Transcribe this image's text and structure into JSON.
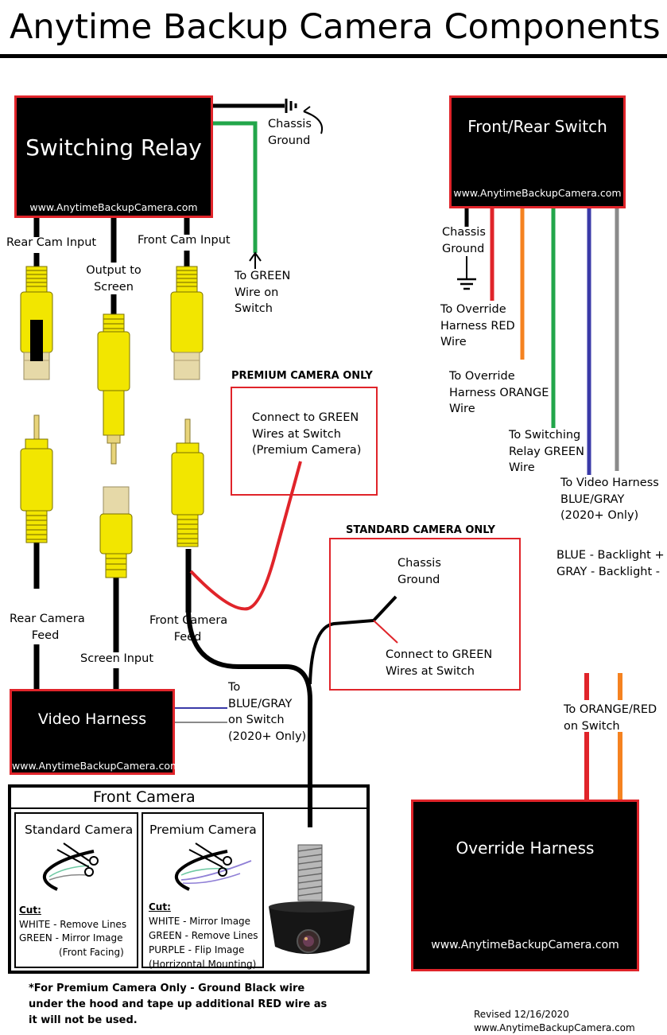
{
  "title": "Anytime Backup Camera Components",
  "website": "www.AnytimeBackupCamera.com",
  "relay": {
    "name": "Switching Relay",
    "chassis_ground": [
      "Chassis",
      "Ground"
    ],
    "to_green_wire": [
      "To GREEN",
      "Wire on",
      "Switch"
    ],
    "rear_cam_input": "Rear Cam Input",
    "front_cam_input": "Front Cam Input",
    "output_to_screen": [
      "Output to",
      "Screen"
    ],
    "rear_camera_feed": [
      "Rear Camera",
      "Feed"
    ],
    "front_camera_feed": [
      "Front Camera",
      "Feed"
    ],
    "screen_input": "Screen Input"
  },
  "switch": {
    "name": "Front/Rear Switch",
    "chassis_ground": [
      "Chassis",
      "Ground"
    ],
    "to_override_red": [
      "To Override",
      "Harness RED",
      "Wire"
    ],
    "to_override_orange": [
      "To Override",
      "Harness ORANGE",
      "Wire"
    ],
    "to_relay_green": [
      "To Switching",
      "Relay GREEN",
      "Wire"
    ],
    "to_video_harness": [
      "To Video Harness",
      "BLUE/GRAY",
      "(2020+ Only)"
    ],
    "backlight_legend": [
      "BLUE - Backlight +",
      "GRAY - Backlight -"
    ]
  },
  "premium_only": {
    "heading": "PREMIUM CAMERA ONLY",
    "text": [
      "Connect to GREEN",
      "Wires at Switch",
      "(Premium Camera)"
    ]
  },
  "standard_only": {
    "heading": "STANDARD CAMERA ONLY",
    "ground": [
      "Chassis",
      "Ground"
    ],
    "text": [
      "Connect to GREEN",
      "Wires at Switch"
    ]
  },
  "video_harness": {
    "name": "Video Harness",
    "to_switch": [
      "To",
      "BLUE/GRAY",
      "on Switch",
      "(2020+ Only)"
    ]
  },
  "front_camera": {
    "heading": "Front Camera",
    "standard": {
      "name": "Standard Camera",
      "cut_label": "Cut:",
      "lines": [
        "WHITE - Remove Lines",
        "GREEN - Mirror Image",
        "(Front Facing)"
      ]
    },
    "premium": {
      "name": "Premium Camera",
      "cut_label": "Cut:",
      "lines": [
        "WHITE - Mirror Image",
        "GREEN - Remove Lines",
        "PURPLE - Flip Image",
        "(Horrizontal Mounting)"
      ]
    }
  },
  "override": {
    "name": "Override Harness",
    "to_switch": [
      "To ORANGE/RED",
      "on Switch"
    ]
  },
  "note": [
    "*For Premium Camera Only - Ground Black wire",
    "under the hood and tape up additional RED wire as",
    "it will not be used."
  ],
  "revised": "Revised 12/16/2020",
  "colors": {
    "box_fill": "#000000",
    "box_border": "#e0242a",
    "green_wire": "#22a64a",
    "orange_wire": "#f58220",
    "blue_wire": "#3a3aa8",
    "gray_wire": "#8a8a8a",
    "connector_yellow": "#f2e600"
  }
}
